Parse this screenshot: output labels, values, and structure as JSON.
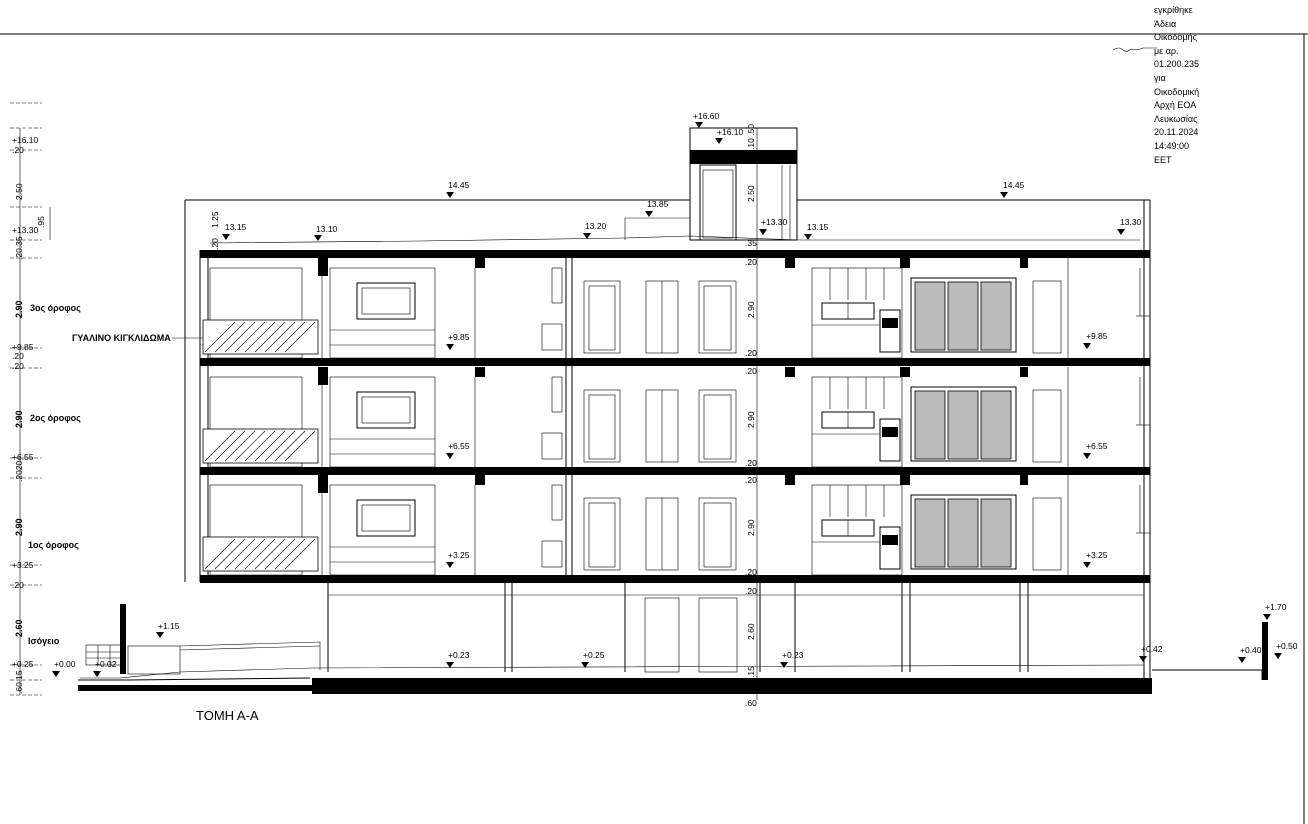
{
  "stamp": {
    "lines": [
      "εγκρίθηκε",
      "Άδεια",
      "Οικοδομής",
      "με αρ.",
      "01.200.235",
      "για",
      "Οικοδομική",
      "Αρχή ΕΟΑ",
      "Λευκωσίας",
      "20.11.2024",
      "14:49:00",
      "EET"
    ]
  },
  "title": "ΤΟΜΗ Α-Α",
  "railing_label": "ΓΥΑΛΙΝΟ ΚΙΓΚΛΙΔΩΜΑ",
  "floors": [
    {
      "name": "3ος όροφος",
      "height": "2.90"
    },
    {
      "name": "2ος όροφος",
      "height": "2.90"
    },
    {
      "name": "1ος όροφος",
      "height": "2.90"
    },
    {
      "name": "Ισόγειο",
      "height": "2.60"
    }
  ],
  "left_dims": {
    "top_level": "+16.10",
    "slab_20": ".20",
    "parapet": "2.50",
    "dim_95": ".95",
    "roof_level": "+13.30",
    "dim_2035": ".20.35",
    "level_985": "+9.85",
    "level_655": "+6.55",
    "level_325": "+3.25",
    "level_025": "+0.25",
    "dim_bottom": ".60.15",
    "dim_20_a": ".20",
    "dim_20_b": ".20",
    "dim_2020": ".2020",
    "dim_20_c": ".20"
  },
  "roof_levels": {
    "top_a": "+16.60",
    "top_b": "+16.10",
    "left_ext": "14.45",
    "right_ext": "14.45",
    "r1": "13.15",
    "r2": "13.10",
    "r3": "13.20",
    "r4": "13.85",
    "r5": "+13.30",
    "r6": "13.15",
    "r7": "13.30",
    "dim_125": "1.25",
    "dim_20": ".20"
  },
  "center_dims": {
    "d_10_50": ".10 .50",
    "d_20_top": ".20",
    "d_250": "2.50",
    "d_35": ".35",
    "d_20_3": ".20",
    "d_290_3": "2.90",
    "d_20_3b": ".20",
    "d_20_2": ".20",
    "d_290_2": "2.90",
    "d_20_2b": ".20",
    "d_20_1": ".20",
    "d_290_1": "2.90",
    "d_20_1b": ".20",
    "d_20_0": ".20",
    "d_260": "2.60",
    "d_15": ".15",
    "d_60": ".60"
  },
  "floor_levels": {
    "l3": "+9.85",
    "l3r": "+9.85",
    "l2": "+6.55",
    "l2r": "+6.55",
    "l1": "+3.25",
    "l1r": "+3.25",
    "ramp_top": "+1.15",
    "g_a": "+0.00",
    "g_b": "+0.02",
    "g_c": "+0.23",
    "g_d": "+0.25",
    "g_e": "+0.23",
    "g_f": "+0.42",
    "g_g": "+1.70",
    "g_h": "+0.40",
    "g_i": "+0.50"
  }
}
